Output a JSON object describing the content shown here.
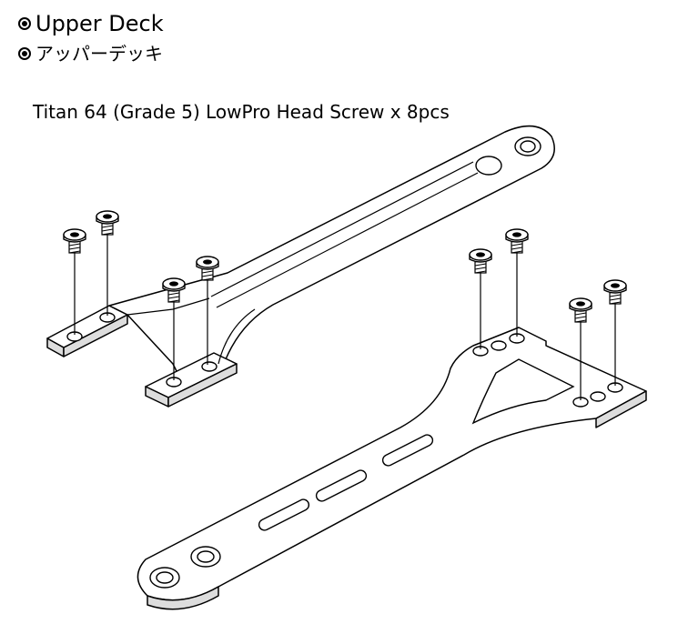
{
  "headings": {
    "english": "Upper Deck",
    "japanese": "アッパーデッキ"
  },
  "caption": "Titan 64 (Grade 5) LowPro Head Screw x 8pcs",
  "screws": [
    {
      "name": "screw-1",
      "icon": "screw-icon"
    },
    {
      "name": "screw-2",
      "icon": "screw-icon"
    },
    {
      "name": "screw-3",
      "icon": "screw-icon"
    },
    {
      "name": "screw-4",
      "icon": "screw-icon"
    },
    {
      "name": "screw-5",
      "icon": "screw-icon"
    },
    {
      "name": "screw-6",
      "icon": "screw-icon"
    },
    {
      "name": "screw-7",
      "icon": "screw-icon"
    },
    {
      "name": "screw-8",
      "icon": "screw-icon"
    }
  ]
}
